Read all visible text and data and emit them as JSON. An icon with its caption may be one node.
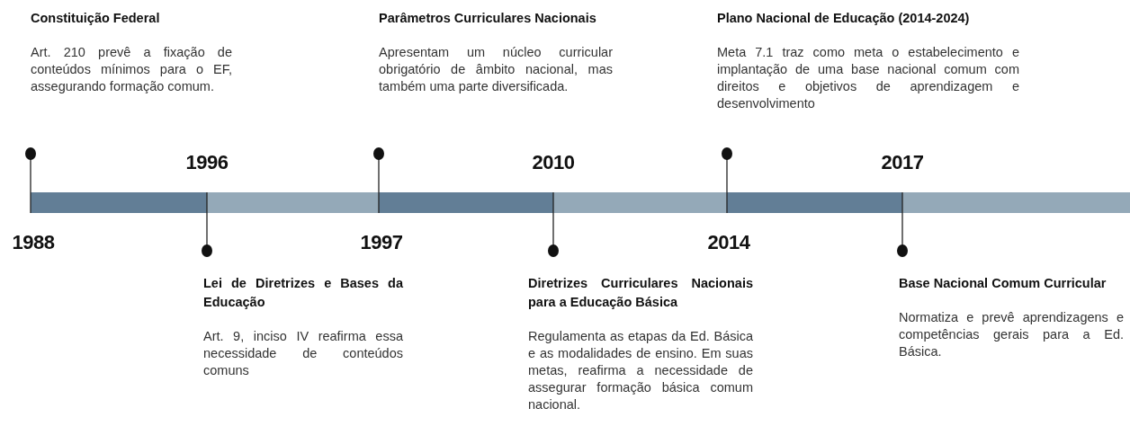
{
  "diagram": {
    "nodes": [
      {
        "text": [
          "Constituição Federal",
          "Art. 210 prevê a fixação de conteúdos mínimos para o EF, assegurando formação comum."
        ]
      },
      {
        "text": [
          "Lei de Diretrizes e Bases da Educação",
          "Art. 9, inciso IV reafirma essa necessidade de conteúdos comuns"
        ]
      },
      {
        "text": [
          "Parâmetros Curriculares Nacionais",
          "Apresentam um núcleo curricular obrigatório de âmbito nacional, mas também uma parte diversificada."
        ]
      },
      {
        "text": [
          "Diretrizes Curriculares Nacionais para a Educação Básica",
          "Regulamenta as etapas da Ed. Básica e as modalidades de ensino. Em suas metas, reafirma a necessidade de assegurar formação básica comum nacional."
        ]
      },
      {
        "text": [
          "Plano Nacional de Educação (2014-2024)",
          "Meta 7.1 traz como meta o estabelecimento e implantação de uma base nacional comum com direitos e objetivos de aprendizagem e desenvolvimento"
        ]
      },
      {
        "text": [
          "Base Nacional Comum Curricular",
          "Normatiza e prevê aprendizagens e competências gerais para a Ed. Básica."
        ]
      }
    ],
    "labels": [
      "1996",
      "2010",
      "2017",
      "1988",
      "1997",
      "2014"
    ]
  }
}
